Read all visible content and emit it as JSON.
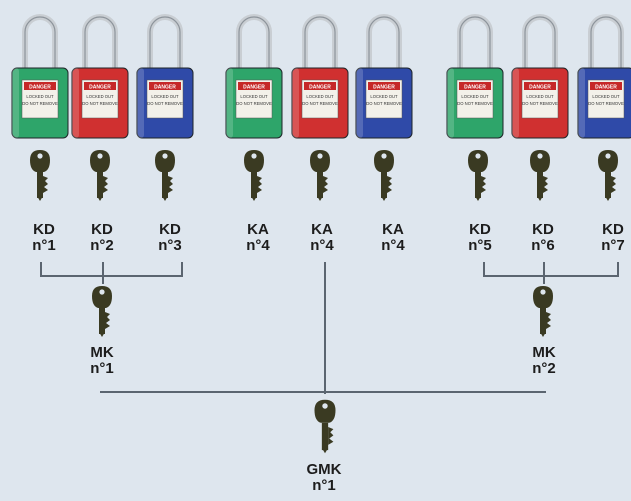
{
  "colors": {
    "background": "#dee6ee",
    "green": "#2ea56a",
    "red": "#d03030",
    "blue": "#2f4aa8",
    "key": "#3a3a22",
    "line": "#5b6570"
  },
  "padlocks": [
    {
      "color": "green",
      "sign": "DANGER",
      "text": "LOCKED OUT / DO NOT REMOVE"
    },
    {
      "color": "red",
      "sign": "DANGER",
      "text": "LOCKED OUT / DO NOT REMOVE"
    },
    {
      "color": "blue",
      "sign": "DANGER",
      "text": "LOCKED OUT / DO NOT REMOVE"
    },
    {
      "color": "green",
      "sign": "DANGER",
      "text": "LOCKED OUT / DO NOT REMOVE"
    },
    {
      "color": "red",
      "sign": "DANGER",
      "text": "LOCKED OUT / DO NOT REMOVE"
    },
    {
      "color": "blue",
      "sign": "DANGER",
      "text": "LOCKED OUT / DO NOT REMOVE"
    },
    {
      "color": "green",
      "sign": "DANGER",
      "text": "LOCKED OUT / DO NOT REMOVE"
    },
    {
      "color": "red",
      "sign": "DANGER",
      "text": "LOCKED OUT / DO NOT REMOVE"
    },
    {
      "color": "blue",
      "sign": "DANGER",
      "text": "LOCKED OUT / DO NOT REMOVE"
    }
  ],
  "keys": [
    {
      "code": "KD",
      "num": "n°1"
    },
    {
      "code": "KD",
      "num": "n°2"
    },
    {
      "code": "KD",
      "num": "n°3"
    },
    {
      "code": "KA",
      "num": "n°4"
    },
    {
      "code": "KA",
      "num": "n°4"
    },
    {
      "code": "KA",
      "num": "n°4"
    },
    {
      "code": "KD",
      "num": "n°5"
    },
    {
      "code": "KD",
      "num": "n°6"
    },
    {
      "code": "KD",
      "num": "n°7"
    }
  ],
  "master_keys": [
    {
      "code": "MK",
      "num": "n°1"
    },
    {
      "code": "MK",
      "num": "n°2"
    }
  ],
  "grand_master_key": {
    "code": "GMK",
    "num": "n°1"
  }
}
